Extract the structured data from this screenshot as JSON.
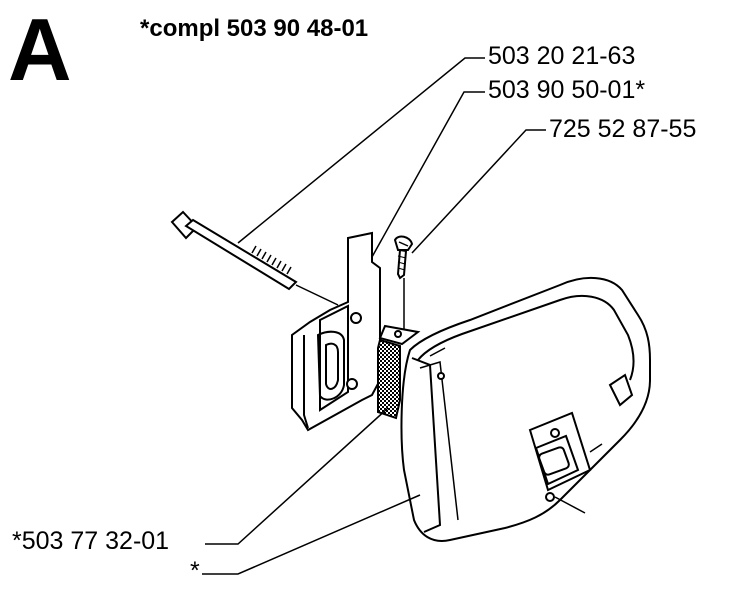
{
  "diagram": {
    "section_letter": "A",
    "assembly_number": "*compl 503 90 48-01",
    "parts": [
      {
        "number": "503 20 21-63",
        "component": "long-bolt"
      },
      {
        "number": "503 90 50-01*",
        "component": "heat-shield-plate"
      },
      {
        "number": "725 52 87-55",
        "component": "screw"
      },
      {
        "number": "*503 77 32-01",
        "component": "spark-arrestor-screen"
      },
      {
        "number": "*",
        "component": "muffler-body"
      }
    ],
    "line_color": "#000000",
    "background_color": "#ffffff"
  }
}
